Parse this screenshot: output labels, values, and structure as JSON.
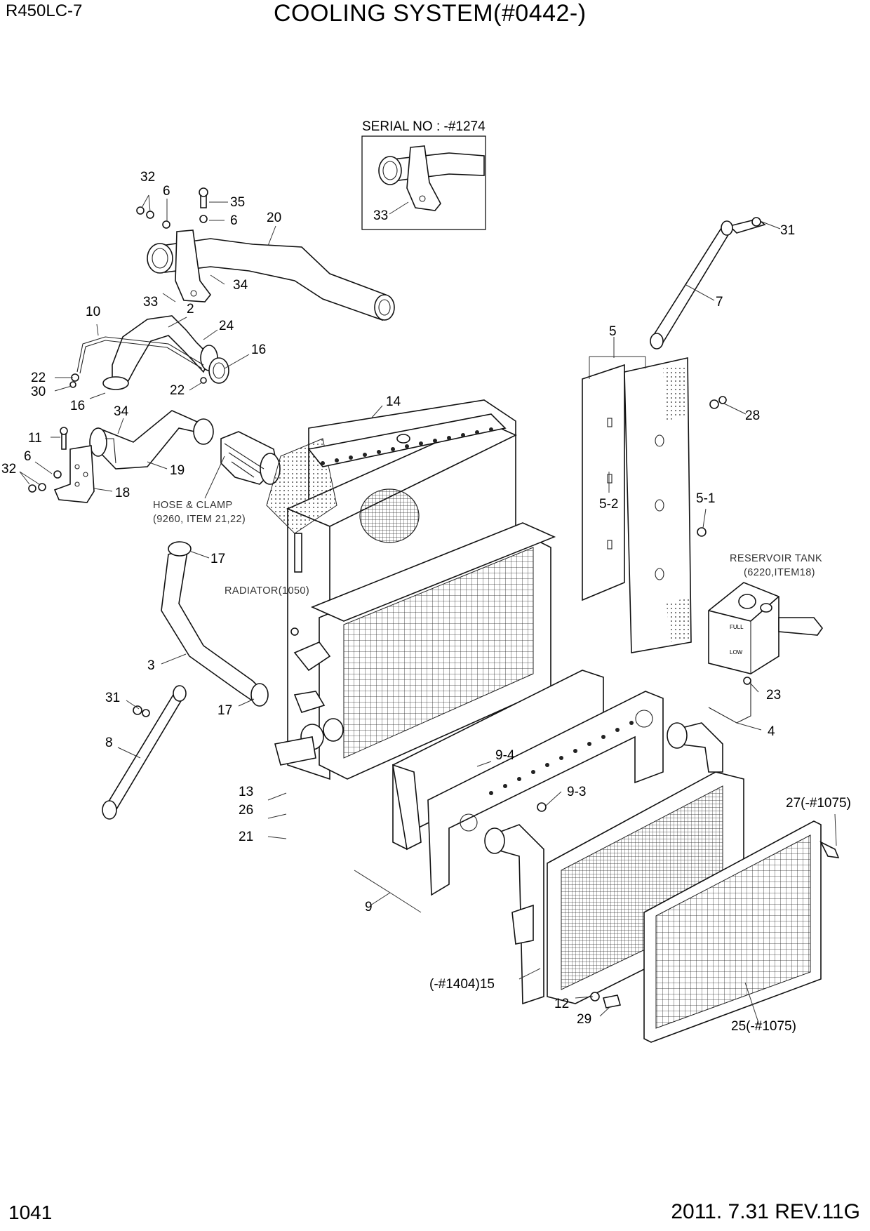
{
  "header": {
    "model": "R450LC-7",
    "title": "COOLING SYSTEM(#0442-)"
  },
  "footer": {
    "page_number": "1041",
    "revision": "2011. 7.31  REV.11G"
  },
  "inset": {
    "caption": "SERIAL NO : -#1274",
    "label": "33"
  },
  "notes": {
    "hose_clamp_line1": "HOSE & CLAMP",
    "hose_clamp_line2": "(9260, ITEM 21,22)",
    "radiator": "RADIATOR(1050)",
    "reservoir_line1": "RESERVOIR TANK",
    "reservoir_line2": "(6220,ITEM18)"
  },
  "callouts": [
    {
      "id": "c32a",
      "text": "32"
    },
    {
      "id": "c6a",
      "text": "6"
    },
    {
      "id": "c35",
      "text": "35"
    },
    {
      "id": "c6b",
      "text": "6"
    },
    {
      "id": "c20",
      "text": "20"
    },
    {
      "id": "c34a",
      "text": "34"
    },
    {
      "id": "c33",
      "text": "33"
    },
    {
      "id": "c10",
      "text": "10"
    },
    {
      "id": "c2",
      "text": "2"
    },
    {
      "id": "c24",
      "text": "24"
    },
    {
      "id": "c16a",
      "text": "16"
    },
    {
      "id": "c22a",
      "text": "22"
    },
    {
      "id": "c30",
      "text": "30"
    },
    {
      "id": "c22b",
      "text": "22"
    },
    {
      "id": "c16b",
      "text": "16"
    },
    {
      "id": "c34b",
      "text": "34"
    },
    {
      "id": "c11",
      "text": "11"
    },
    {
      "id": "c6c",
      "text": "6"
    },
    {
      "id": "c32b",
      "text": "32"
    },
    {
      "id": "c19",
      "text": "19"
    },
    {
      "id": "c18",
      "text": "18"
    },
    {
      "id": "c14",
      "text": "14"
    },
    {
      "id": "c31a",
      "text": "31"
    },
    {
      "id": "c7",
      "text": "7"
    },
    {
      "id": "c5",
      "text": "5"
    },
    {
      "id": "c28",
      "text": "28"
    },
    {
      "id": "c5-2",
      "text": "5-2"
    },
    {
      "id": "c5-1",
      "text": "5-1"
    },
    {
      "id": "c17a",
      "text": "17"
    },
    {
      "id": "c3",
      "text": "3"
    },
    {
      "id": "c31b",
      "text": "31"
    },
    {
      "id": "c17b",
      "text": "17"
    },
    {
      "id": "c8",
      "text": "8"
    },
    {
      "id": "c23",
      "text": "23"
    },
    {
      "id": "c4",
      "text": "4"
    },
    {
      "id": "c9-4",
      "text": "9-4"
    },
    {
      "id": "c9-3",
      "text": "9-3"
    },
    {
      "id": "c13",
      "text": "13"
    },
    {
      "id": "c26",
      "text": "26"
    },
    {
      "id": "c21",
      "text": "21"
    },
    {
      "id": "c27",
      "text": "27(-#1075)"
    },
    {
      "id": "c9",
      "text": "9"
    },
    {
      "id": "c15",
      "text": "(-#1404)15"
    },
    {
      "id": "c12",
      "text": "12"
    },
    {
      "id": "c29",
      "text": "29"
    },
    {
      "id": "c25",
      "text": "25(-#1075)"
    }
  ]
}
